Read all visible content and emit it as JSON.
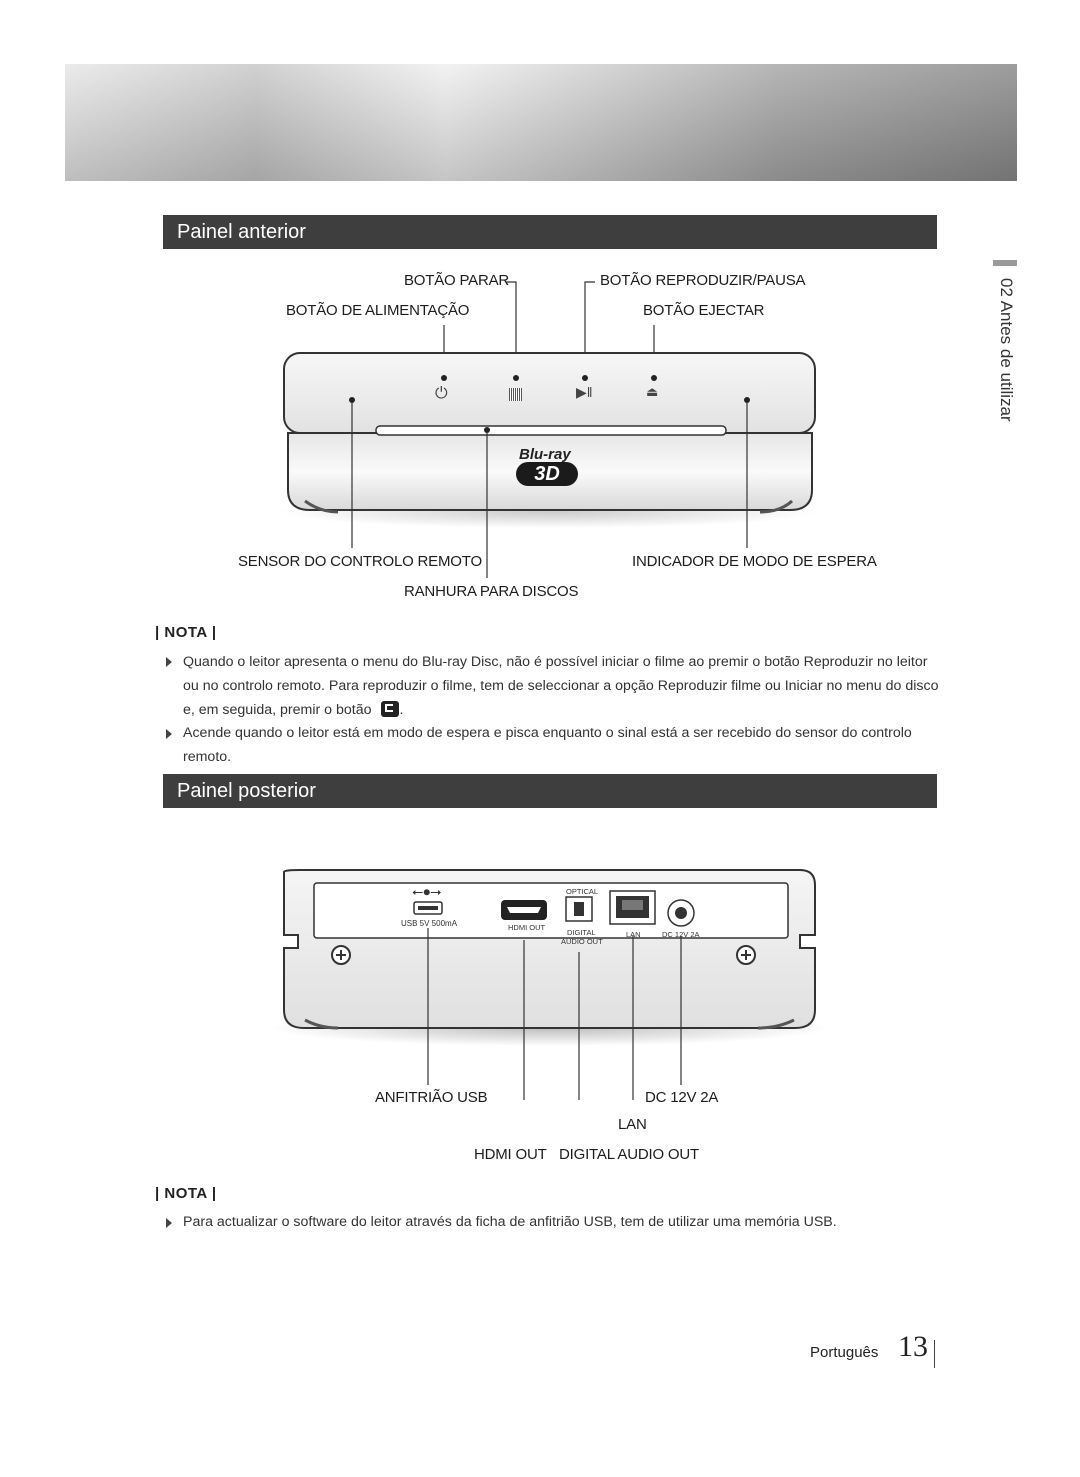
{
  "front": {
    "title": "Painel anterior",
    "labels": {
      "stop": "BOTÃO PARAR",
      "play_pause": "BOTÃO REPRODUZIR/PAUSA",
      "power": "BOTÃO DE ALIMENTAÇÃO",
      "eject": "BOTÃO EJECTAR",
      "remote_sensor": "SENSOR DO CONTROLO REMOTO",
      "standby": "INDICADOR DE MODO DE ESPERA",
      "disc_slot": "RANHURA PARA DISCOS"
    },
    "logo_top": "Blu-ray",
    "logo_bottom": "3D",
    "note_heading": "| NOTA |",
    "notes": [
      "Quando o leitor apresenta o menu do Blu-ray Disc, não é possível iniciar o filme ao premir o botão Reproduzir no leitor ou no controlo remoto. Para reproduzir o filme, tem de seleccionar a opção Reproduzir filme ou Iniciar no menu do disco e, em seguida, premir o botão",
      "Acende quando o leitor está em modo de espera e pisca enquanto o sinal está a ser recebido do sensor do controlo remoto."
    ]
  },
  "rear": {
    "title": "Painel posterior",
    "port_labels": {
      "usb": "USB 5V 500mA",
      "hdmi": "HDMI OUT",
      "optical_top": "OPTICAL",
      "digital": "DIGITAL",
      "audio_out": "AUDIO OUT",
      "lan": "LAN",
      "dc": "DC 12V 2A"
    },
    "labels": {
      "usb_host": "ANFITRIÃO USB",
      "dc": "DC 12V 2A",
      "lan": "LAN",
      "hdmi_out": "HDMI OUT",
      "digital_audio_out": "DIGITAL AUDIO OUT"
    },
    "note_heading": "| NOTA |",
    "notes": [
      "Para actualizar o software do leitor através da ficha de anfitrião USB, tem de utilizar uma memória USB."
    ]
  },
  "sidebar": {
    "chapter": "02  Antes de utilizar"
  },
  "footer": {
    "language": "Português",
    "page_number": "13"
  }
}
